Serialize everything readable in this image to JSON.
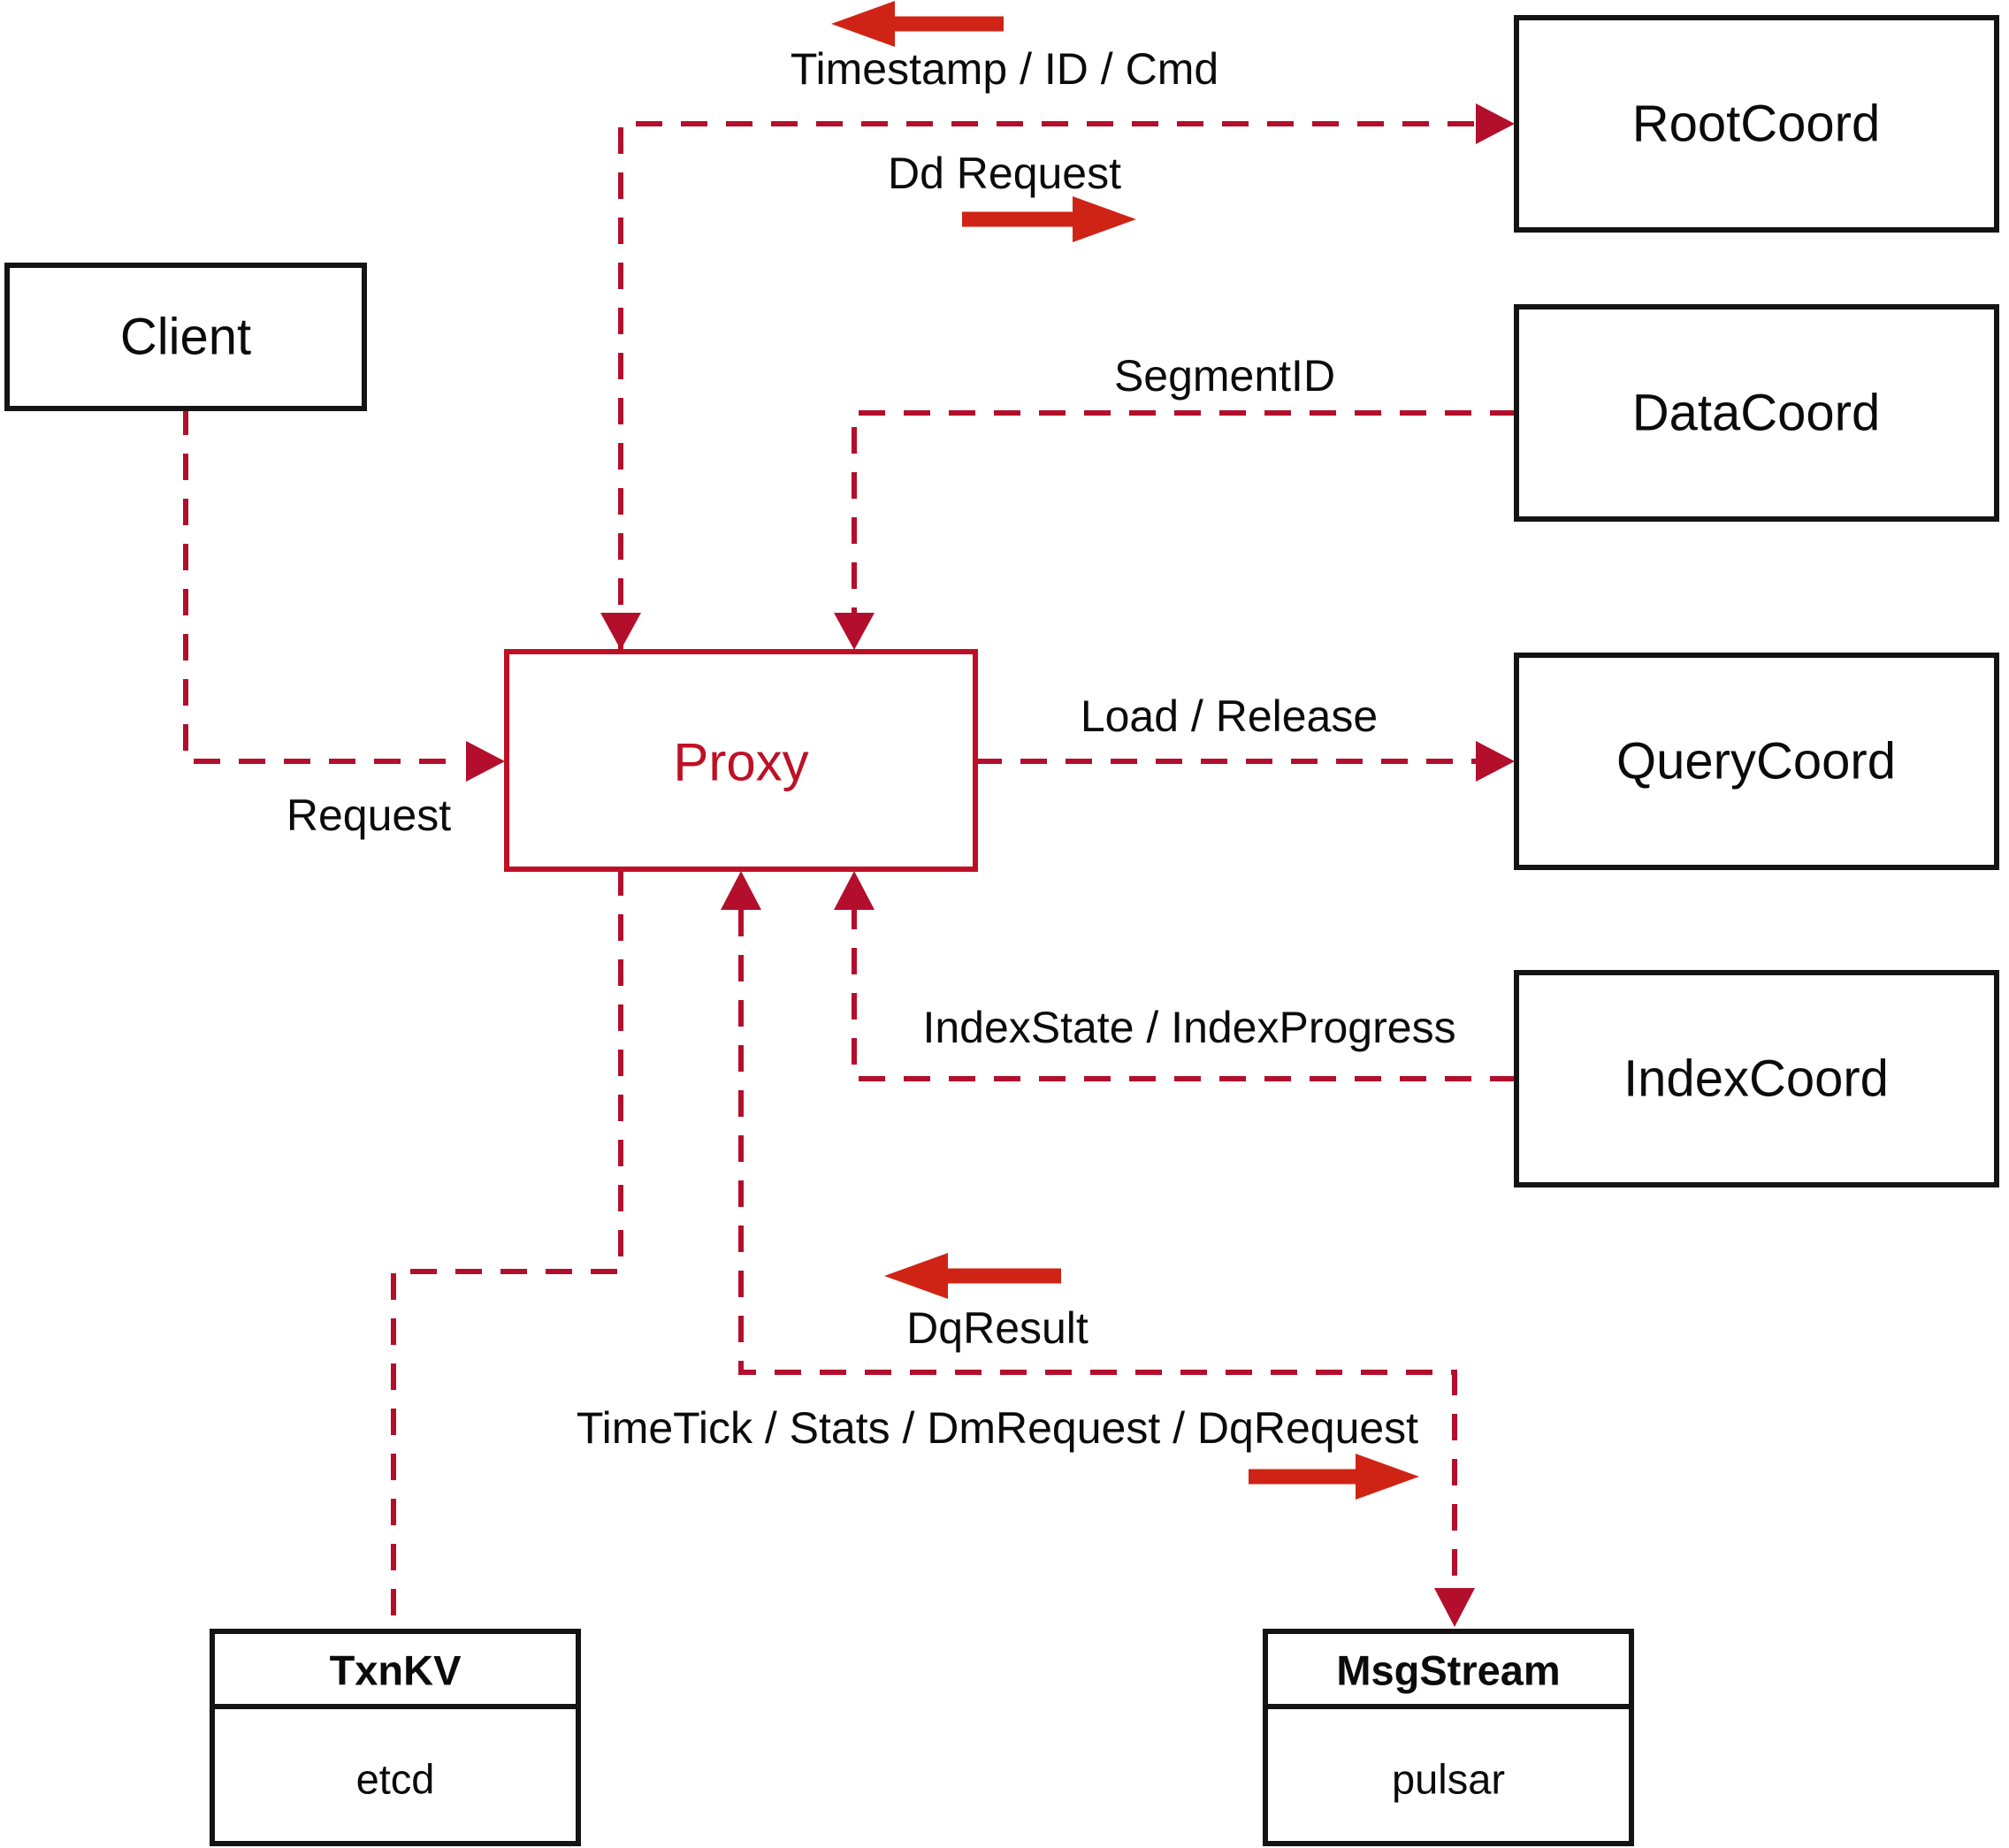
{
  "colors": {
    "dashed_line_red": "#b30f2c",
    "solid_arrow_red": "#cf2415",
    "proxy_red": "#be1025",
    "box_border_black": "#141414",
    "label_black": "#0b0b0b",
    "background": "#ffffff"
  },
  "nodes": {
    "client": {
      "label": "Client"
    },
    "proxy": {
      "label": "Proxy"
    },
    "rootcoord": {
      "label": "RootCoord"
    },
    "datacoord": {
      "label": "DataCoord"
    },
    "querycoord": {
      "label": "QueryCoord"
    },
    "indexcoord": {
      "label": "IndexCoord"
    },
    "txnkv": {
      "title": "TxnKV",
      "impl": "etcd"
    },
    "msgstream": {
      "title": "MsgStream",
      "impl": "pulsar"
    }
  },
  "edges": {
    "proxy_rootcoord_response": {
      "label": "Timestamp / ID / Cmd"
    },
    "proxy_rootcoord_request": {
      "label": "Dd Request"
    },
    "datacoord_proxy": {
      "label": "SegmentID"
    },
    "proxy_querycoord": {
      "label": "Load / Release"
    },
    "indexcoord_proxy": {
      "label": "IndexState / IndexProgress"
    },
    "client_proxy": {
      "label": "Request"
    },
    "msgstream_proxy": {
      "label": "DqResult"
    },
    "proxy_msgstream": {
      "label": "TimeTick / Stats / DmRequest / DqRequest"
    }
  }
}
